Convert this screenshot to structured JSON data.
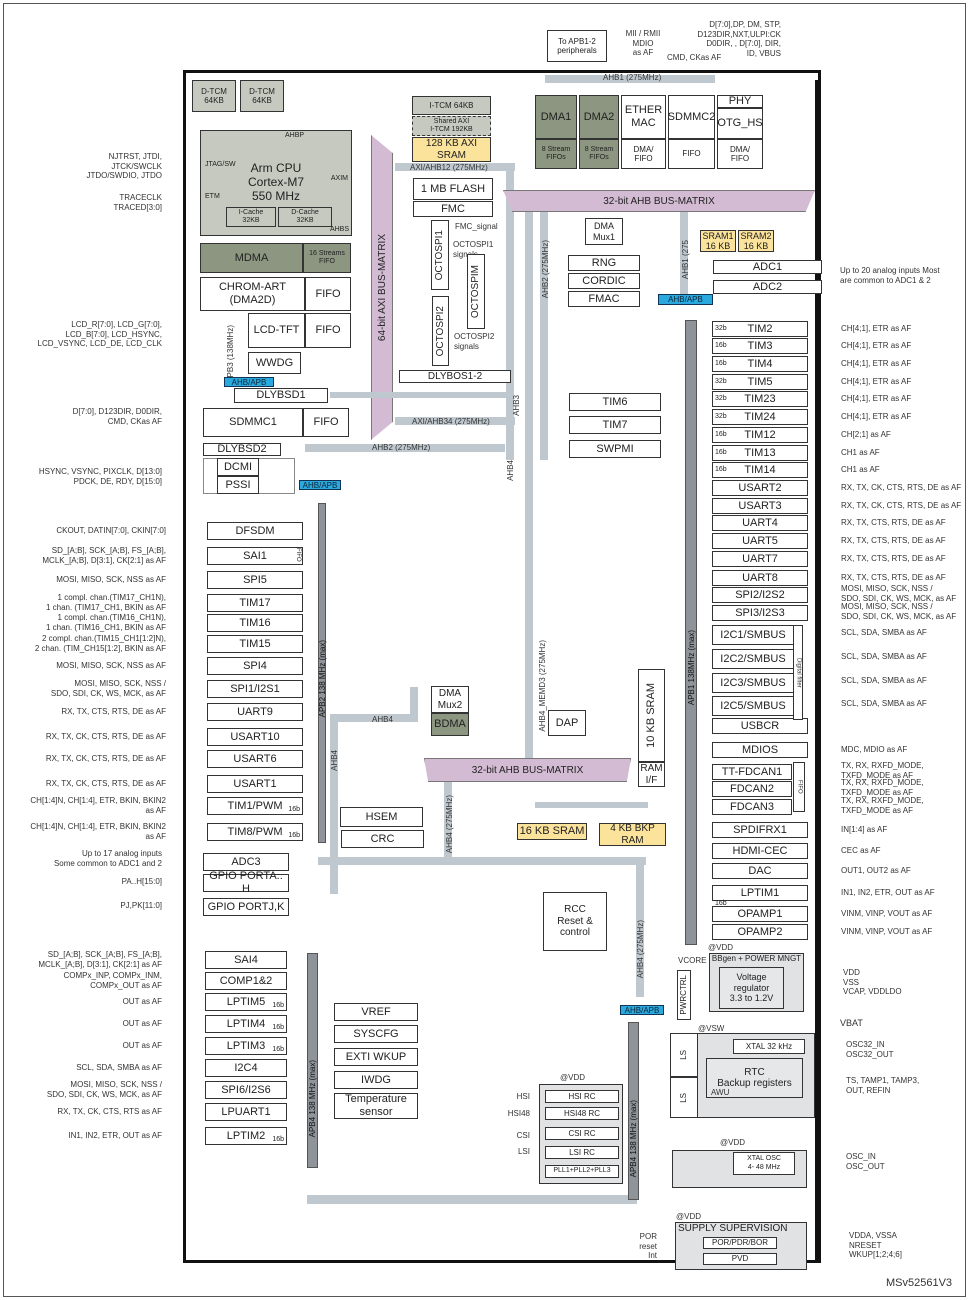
{
  "figure_id": "MSv52561V3",
  "cpu": {
    "title": "Arm  CPU\nCortex-M7\n550 MHz",
    "jtag": "JTAG/SW",
    "etm": "ETM",
    "axim": "AXIM",
    "ahbp": "AHBP",
    "ahbs": "AHBS",
    "icache": "I-Cache\n32KB",
    "dcache": "D-Cache\n32KB"
  },
  "dtcm": [
    "D-TCM\n64KB",
    "D-TCM\n64KB"
  ],
  "itcm": "I-TCM 64KB",
  "shared_itcm": "Shared AXI\nI-TCM 192KB",
  "axi_sram": "128 KB AXI\nSRAM",
  "buses": {
    "axi_ahb12": "AXI/AHB12 (275MHz)",
    "axi_ahb34": "AXI/AHB34 (275MHz)",
    "ahb2": "AHB2 (275MHz)",
    "ahb2v": "AHB2 (275MHz)",
    "ahb1": "AHB1   (275MHz)",
    "ahb1v": "AHB1 (275",
    "ahb3": "AHB3",
    "ahb4": "AHB4",
    "ahb4_memd3": "AHB4_MEMD3 (275MHz)",
    "ahb4_275": "AHB4 (275MHz)",
    "apb3": "APB3 (138MHz)",
    "apb2": "APB2 138 MHz (max)",
    "apb1": "APB1  138MHz (max)",
    "apb4": "APB4  138 MHz (max)",
    "ahb_apb": "AHB/APB"
  },
  "axi_matrix": "64-bit AXI BUS-MATRIX",
  "ahb_matrix_top": "32-bit AHB BUS-MATRIX",
  "ahb_matrix_bot": "32-bit AHB BUS-MATRIX",
  "top_ext": {
    "apb": "To APB1-2\nperipherals",
    "eth": "MII / RMII\nMDIO\nas AF",
    "sdmmc2": "CMD, CKas AF",
    "usb": "D[7:0],DP, DM, STP,\nD123DIR,NXT,ULPI:CK\nD0DIR, , D[7:0], DIR,\nID, VBUS"
  },
  "top_blocks": {
    "dma1": "DMA1",
    "dma2": "DMA2",
    "fifo8": "8 Stream\nFIFOs",
    "ether": "ETHER\nMAC",
    "dmafifo": "DMA/\nFIFO",
    "sdmmc2": "SDMMC2",
    "fifo": "FIFO",
    "phy": "PHY",
    "otg": "OTG_HS"
  },
  "center": {
    "flash": "1 MB FLASH",
    "fmc": "FMC",
    "fmc_sig": "FMC_signal",
    "octospi1": "OCTOSPI1",
    "octospi1_sig": "OCTOSPI1\nsignals",
    "octospim": "OCTOSPIM",
    "octospi2": "OCTOSPI2",
    "octospi2_sig": "OCTOSPI2\nsignals",
    "dlybos": "DLYBOS1-2",
    "dmamux1": "DMA\nMux1",
    "rng": "RNG",
    "cordic": "CORDIC",
    "fmac": "FMAC",
    "sram1": "SRAM1\n16 KB",
    "sram2": "SRAM2\n16 KB",
    "tim6": "TIM6",
    "tim7": "TIM7",
    "swpmi": "SWPMI",
    "dmamux2": "DMA\nMux2",
    "bdma": "BDMA",
    "dap": "DAP",
    "sram16": "16 KB SRAM",
    "bkp": "4 KB BKP\nRAM",
    "sram10": "10 KB SRAM",
    "ramif": "RAM\nI/F",
    "hsem": "HSEM",
    "crc": "CRC",
    "rcc": "RCC\nReset &\ncontrol",
    "b16": "16b"
  },
  "left_blocks": {
    "mdma": "MDMA",
    "mdma_fifo": "16 Streams\nFIFO",
    "chrom": "CHROM-ART\n(DMA2D)",
    "fifo": "FIFO",
    "lcd": "LCD-TFT",
    "wwdg": "WWDG",
    "dlybsd1": "DLYBSD1",
    "sdmmc1": "SDMMC1",
    "dlybsd2": "DLYBSD2",
    "dcmi": "DCMI",
    "pssi": "PSSI"
  },
  "left_ext": {
    "jtag": "NJTRST, JTDI,\nJTCK/SWCLK\nJTDO/SWDIO, JTDO",
    "trace": "TRACECLK\nTRACED[3:0]",
    "lcd": "LCD_R[7:0], LCD_G[7:0],\nLCD_B[7:0], LCD_HSYNC,\nLCD_VSYNC, LCD_DE, LCD_CLK",
    "sdmmc1": "D[7:0], D123DIR, D0DIR,\nCMD, CKas AF",
    "dcmi": "HSYNC, VSYNC, PIXCLK, D[13:0]\nPDCK, DE, RDY, D[15:0]"
  },
  "apb2_periph": [
    {
      "name": "DFSDM",
      "ext": "CKOUT, DATIN[7:0], CKIN[7:0]"
    },
    {
      "name": "SAI1",
      "ext": "SD_[A;B], SCK_[A;B], FS_[A;B],\nMCLK_[A;B],  D[3:1], CK[2:1] as AF",
      "tag": "FIFO"
    },
    {
      "name": "SPI5",
      "ext": "MOSI, MISO, SCK, NSS as AF"
    },
    {
      "name": "TIM17",
      "ext": "1 compl. chan.(TIM17_CH1N),\n1 chan. (TIM17_CH1, BKIN as AF"
    },
    {
      "name": "TIM16",
      "ext": "1 compl. chan.(TIM16_CH1N),\n1 chan. (TIM16_CH1, BKIN as AF"
    },
    {
      "name": "TIM15",
      "ext": "2 compl. chan.(TIM15_CH1[1:2]N),\n2 chan. (TIM_CH15[1:2], BKIN as AF"
    },
    {
      "name": "SPI4",
      "ext": "MOSI, MISO, SCK, NSS as AF"
    },
    {
      "name": "SPI1/I2S1",
      "ext": "MOSI, MISO, SCK, NSS /\nSDO, SDI, CK, WS, MCK, as AF"
    },
    {
      "name": "UART9",
      "ext": "RX, TX, CTS, RTS, DE as AF"
    },
    {
      "name": "USART10",
      "ext": "RX, TX, CK, CTS, RTS, DE as AF"
    },
    {
      "name": "USART6",
      "ext": "RX, TX, CK, CTS, RTS, DE as AF"
    },
    {
      "name": "USART1",
      "ext": "RX, TX, CK, CTS, RTS, DE as AF"
    },
    {
      "name": "TIM1/PWM",
      "ext": "CH[1:4]N, CH[1:4], ETR, BKIN, BKIN2\nas AF",
      "tag": "16b"
    },
    {
      "name": "TIM8/PWM",
      "ext": "CH[1:4]N, CH[1:4], ETR, BKIN, BKIN2\nas AF",
      "tag": "16b"
    }
  ],
  "ahb4_periph": [
    {
      "name": "ADC3",
      "ext": "Up to 17 analog inputs\nSome common to ADC1 and 2"
    },
    {
      "name": "GPIO PORTA.. H",
      "ext": "PA..H[15:0]"
    },
    {
      "name": "GPIO PORTJ,K",
      "ext": "PJ,PK[11:0]"
    }
  ],
  "apb4_periph": [
    {
      "name": "SAI4",
      "ext": "SD_[A;B], SCK_[A;B], FS_[A;B],\nMCLK_[A;B],  D[3:1], CK[2:1] as AF"
    },
    {
      "name": "COMP1&2",
      "ext": "COMPx_INP, COMPx_INM,\nCOMPx_OUT as AF"
    },
    {
      "name": "LPTIM5",
      "ext": "OUT as AF",
      "tag": "16b"
    },
    {
      "name": "LPTIM4",
      "ext": "OUT as AF",
      "tag": "16b"
    },
    {
      "name": "LPTIM3",
      "ext": "OUT as AF",
      "tag": "16b"
    },
    {
      "name": "I2C4",
      "ext": "SCL, SDA, SMBA as AF"
    },
    {
      "name": "SPI6/I2S6",
      "ext": "MOSI, MISO, SCK, NSS /\nSDO, SDI, CK, WS, MCK, as AF"
    },
    {
      "name": "LPUART1",
      "ext": "RX, TX, CK, CTS, RTS as AF"
    },
    {
      "name": "LPTIM2",
      "ext": "IN1, IN2, ETR, OUT as AF",
      "tag": "16b"
    }
  ],
  "apb4_internal": [
    "VREF",
    "SYSCFG",
    "EXTI WKUP",
    "IWDG",
    "Temperature\nsensor"
  ],
  "adc12": {
    "adc1": "ADC1",
    "adc2": "ADC2",
    "ext": "Up to 20 analog inputs Most\nare common to ADC1 & 2"
  },
  "apb1_periph": [
    {
      "name": "TIM2",
      "tag": "32b",
      "ext": "CH[4;1], ETR as AF"
    },
    {
      "name": "TIM3",
      "tag": "16b",
      "ext": "CH[4;1], ETR as AF"
    },
    {
      "name": "TIM4",
      "tag": "16b",
      "ext": "CH[4;1], ETR as AF"
    },
    {
      "name": "TIM5",
      "tag": "32b",
      "ext": "CH[4;1], ETR as AF"
    },
    {
      "name": "TIM23",
      "tag": "32b",
      "ext": "CH[4;1], ETR as AF"
    },
    {
      "name": "TIM24",
      "tag": "32b",
      "ext": "CH[4;1], ETR as AF"
    },
    {
      "name": "TIM12",
      "tag": "16b",
      "ext": "CH[2;1] as AF"
    },
    {
      "name": "TIM13",
      "tag": "16b",
      "ext": "CH1 as AF"
    },
    {
      "name": "TIM14",
      "tag": "16b",
      "ext": "CH1 as AF"
    },
    {
      "name": "USART2",
      "ext": "RX, TX, CK, CTS, RTS, DE as AF"
    },
    {
      "name": "USART3",
      "ext": "RX, TX, CK, CTS, RTS, DE as AF"
    },
    {
      "name": "UART4",
      "ext": "RX, TX, CTS, RTS, DE as AF"
    },
    {
      "name": "UART5",
      "ext": "RX, TX, CTS, RTS, DE as AF"
    },
    {
      "name": "UART7",
      "ext": "RX, TX, CTS, RTS, DE as AF"
    },
    {
      "name": "UART8",
      "ext": "RX, TX, CTS, RTS, DE as AF"
    },
    {
      "name": "SPI2/I2S2",
      "ext": "MOSI, MISO, SCK, NSS /\nSDO, SDI, CK, WS, MCK, as AF"
    },
    {
      "name": "SPI3/I2S3",
      "ext": "MOSI, MISO, SCK, NSS /\nSDO, SDI, CK, WS, MCK, as AF"
    },
    {
      "name": "I2C1/SMBUS",
      "ext": "SCL, SDA, SMBA as AF"
    },
    {
      "name": "I2C2/SMBUS",
      "ext": "SCL, SDA, SMBA as AF"
    },
    {
      "name": "I2C3/SMBUS",
      "ext": "SCL, SDA, SMBA as AF"
    },
    {
      "name": "I2C5/SMBUS",
      "ext": "SCL, SDA, SMBA as AF"
    },
    {
      "name": "USBCR",
      "ext": ""
    },
    {
      "name": "MDIOS",
      "ext": "MDC, MDIO as AF"
    },
    {
      "name": "TT-FDCAN1",
      "ext": "TX, RX, RXFD_MODE,\nTXFD_MODE as AF"
    },
    {
      "name": "FDCAN2",
      "ext": "TX, RX, RXFD_MODE,\nTXFD_MODE as AF"
    },
    {
      "name": "FDCAN3",
      "ext": "TX, RX, RXFD_MODE,\nTXFD_MODE as AF"
    },
    {
      "name": "SPDIFRX1",
      "ext": "IN[1:4] as AF"
    },
    {
      "name": "HDMI-CEC",
      "ext": "CEC as AF"
    },
    {
      "name": "DAC",
      "ext": "OUT1, OUT2 as AF"
    },
    {
      "name": "LPTIM1",
      "tag": "16b",
      "ext": "IN1, IN2, ETR, OUT as AF"
    },
    {
      "name": "OPAMP1",
      "ext": "VINM, VINP, VOUT as AF"
    },
    {
      "name": "OPAMP2",
      "ext": "VINM, VINP, VOUT as AF"
    }
  ],
  "digital_filter": "Digital filter",
  "fifo_v": "FIFO",
  "power": {
    "vdd": "@VDD",
    "vsw": "@VSW",
    "vcore": "VCORE",
    "mngt": "BBgen + POWER MNGT",
    "reg": "Voltage\nregulator\n3.3 to 1.2V",
    "pwrctrl": "PWRCTRL",
    "ext": "VDD\nVSS\nVCAP, VDDLDO",
    "vbat": "VBAT",
    "ls": "LS",
    "xtal32": "XTAL 32 kHz",
    "rtc": "RTC\nBackup registers",
    "awu": "AWU",
    "osc32": "OSC32_IN\nOSC32_OUT",
    "tamp": "TS, TAMP1, TAMP3,\nOUT, REFIN"
  },
  "clocks": {
    "vdd": "@VDD",
    "hsi": "HSI RC",
    "hsi48": "HSI48 RC",
    "csi": "CSI RC",
    "lsi": "LSI RC",
    "pll": "PLL1+PLL2+PLL3",
    "out": [
      "HSI",
      "HSI48",
      "CSI",
      "LSI"
    ],
    "xtal": "XTAL OSC\n4- 48 MHz",
    "osc": "OSC_IN\nOSC_OUT"
  },
  "supply": {
    "vdd": "@VDD",
    "title": "SUPPLY SUPERVISION",
    "por": "POR/PDR/BOR",
    "pvd": "PVD",
    "sig": "POR\nreset\nInt",
    "ext": "VDDA, VSSA\nNRESET\nWKUP[1;2;4;6]"
  }
}
